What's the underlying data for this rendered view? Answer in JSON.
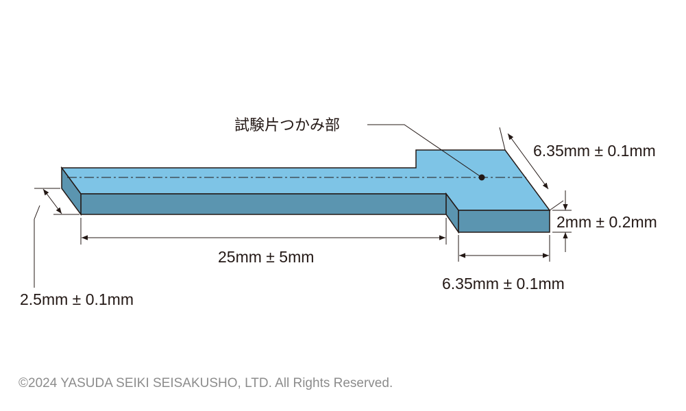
{
  "diagram": {
    "callout_label": "試験片つかみ部",
    "dimensions": {
      "head_diagonal": "6.35mm ± 0.1mm",
      "thickness": "2mm ± 0.2mm",
      "head_width": "6.35mm ± 0.1mm",
      "length": "25mm ± 5mm",
      "width": "2.5mm ± 0.1mm"
    },
    "colors": {
      "top_face": "#7ec4e6",
      "side_face": "#5b95b0",
      "outline": "#231815"
    }
  },
  "footer": {
    "copyright": "©2024 YASUDA SEIKI SEISAKUSHO, LTD. All Rights Reserved."
  }
}
